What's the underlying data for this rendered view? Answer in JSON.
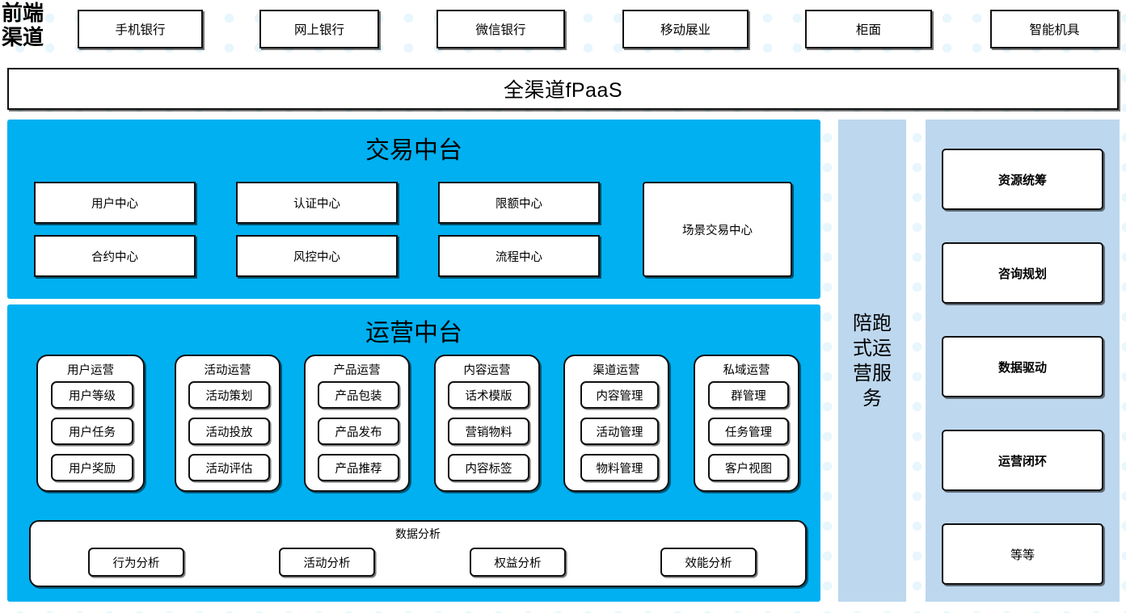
{
  "colors": {
    "cyan_panel": "#00b0f0",
    "light_blue_panel": "#bdd7ee",
    "box_border": "#101010",
    "box_fill": "#ffffff",
    "background_dot": "#e8f6fd"
  },
  "front_channel": {
    "label": "前端\n渠道",
    "label_line1": "前端",
    "label_line2": "渠道",
    "items": [
      {
        "label": "手机银行"
      },
      {
        "label": "网上银行"
      },
      {
        "label": "微信银行"
      },
      {
        "label": "移动展业"
      },
      {
        "label": "柜面"
      },
      {
        "label": "智能机具"
      }
    ]
  },
  "fpaas": {
    "label": "全渠道fPaaS"
  },
  "trade_platform": {
    "title": "交易中台",
    "centers": [
      {
        "label": "用户中心"
      },
      {
        "label": "认证中心"
      },
      {
        "label": "限额中心"
      },
      {
        "label": "合约中心"
      },
      {
        "label": "风控中心"
      },
      {
        "label": "流程中心"
      }
    ],
    "scene_center": {
      "label": "场景交易中心"
    }
  },
  "ops_platform": {
    "title": "运营中台",
    "groups": [
      {
        "title": "用户运营",
        "items": [
          "用户等级",
          "用户任务",
          "用户奖励"
        ]
      },
      {
        "title": "活动运营",
        "items": [
          "活动策划",
          "活动投放",
          "活动评估"
        ]
      },
      {
        "title": "产品运营",
        "items": [
          "产品包装",
          "产品发布",
          "产品推荐"
        ]
      },
      {
        "title": "内容运营",
        "items": [
          "话术模版",
          "营销物料",
          "内容标签"
        ]
      },
      {
        "title": "渠道运营",
        "items": [
          "内容管理",
          "活动管理",
          "物料管理"
        ]
      },
      {
        "title": "私域运营",
        "items": [
          "群管理",
          "任务管理",
          "客户视图"
        ]
      }
    ],
    "analysis": {
      "title": "数据分析",
      "items": [
        "行为分析",
        "活动分析",
        "权益分析",
        "效能分析"
      ]
    }
  },
  "service_strip": {
    "label": "陪跑式运营服务"
  },
  "capabilities": {
    "items": [
      {
        "label": "资源统筹",
        "bold": true
      },
      {
        "label": "咨询规划",
        "bold": true
      },
      {
        "label": "数据驱动",
        "bold": true
      },
      {
        "label": "运营闭环",
        "bold": true
      },
      {
        "label": "等等",
        "bold": false
      }
    ]
  }
}
